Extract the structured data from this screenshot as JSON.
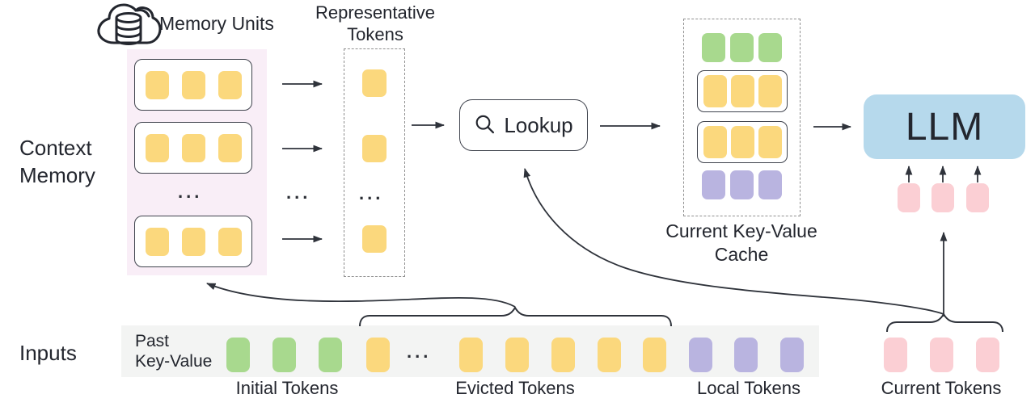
{
  "labels": {
    "context_memory": "Context\nMemory",
    "inputs": "Inputs",
    "memory_units": "Memory Units",
    "representative_tokens": "Representative\nTokens",
    "lookup": "Lookup",
    "current_kv_cache": "Current Key-Value\nCache",
    "llm": "LLM",
    "past_key_value": "Past\nKey-Value",
    "initial_tokens": "Initial Tokens",
    "evicted_tokens": "Evicted Tokens",
    "local_tokens": "Local Tokens",
    "current_tokens": "Current Tokens",
    "ellipsis": "..."
  },
  "colors": {
    "token-yellow": "#FBD87D",
    "token-green": "#A8D98E",
    "token-purple": "#B9B4E0",
    "token-pink": "#FBCFD4",
    "llm-blue": "#B6D9EC",
    "memory-panel-pink": "#F9EEF7",
    "input-strip-gray": "#F3F4F3",
    "outline-dark": "#3F434D",
    "dashed-gray": "#8F8F8F",
    "text-dark": "#23262E",
    "arrow-dark": "#2F333B"
  },
  "structure": {
    "memory_units_visible": 3,
    "tokens_per_memory_unit": 3,
    "representative_tokens_visible": 3,
    "cache_rows_visible": 4,
    "initial_tokens_count": 3,
    "evicted_tokens_visible": 6,
    "local_tokens_count": 3,
    "current_tokens_count": 3,
    "llm_input_tokens": 3
  }
}
